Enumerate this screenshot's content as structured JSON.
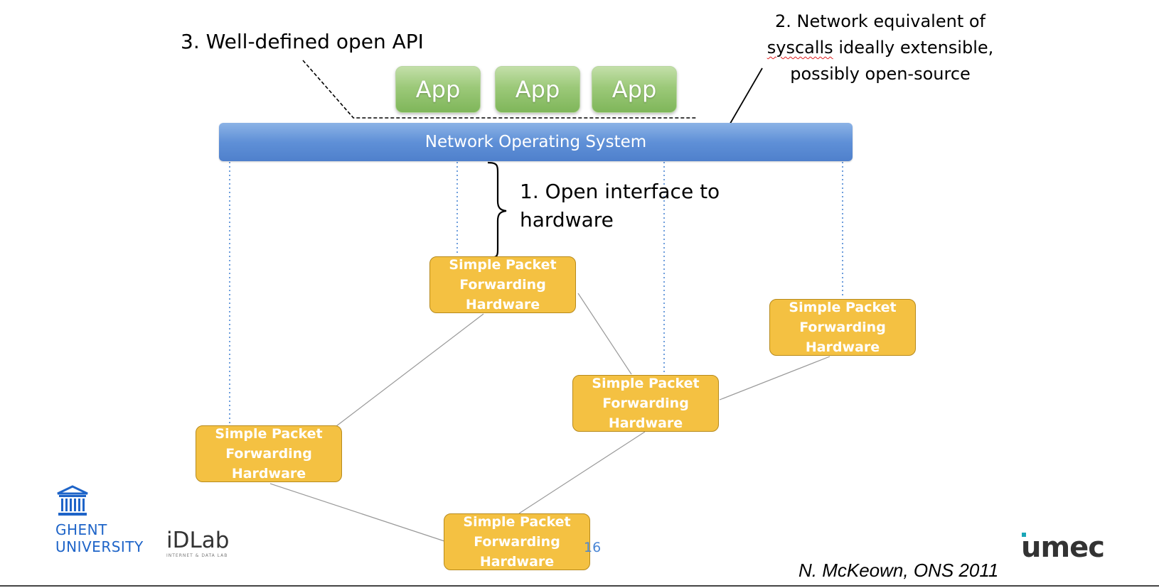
{
  "annotations": {
    "api": "3. Well-defined open API",
    "syscalls_word": "syscalls",
    "syscalls_line1": "2. Network equivalent of",
    "syscalls_line2_rest": " ideally extensible,",
    "syscalls_line3": "possibly open-source",
    "interface_line1": "1. Open interface to",
    "interface_line2": "hardware"
  },
  "apps": [
    "App",
    "App",
    "App"
  ],
  "nos_label": "Network Operating  System",
  "hardware_nodes": [
    "Simple Packet Forwarding Hardware",
    "Simple Packet Forwarding Hardware",
    "Simple Packet Forwarding Hardware",
    "Simple Packet Forwarding Hardware",
    "Simple Packet Forwarding Hardware"
  ],
  "page_number": "16",
  "citation": "N. McKeown, ONS 2011",
  "logos": {
    "ugent_line1": "GHENT",
    "ugent_line2": "UNIVERSITY",
    "idlab": "iDLab",
    "idlab_sub": "INTERNET & DATA LAB",
    "imec": "umec"
  },
  "colors": {
    "app_green": "#9cc979",
    "nos_blue": "#5f90d7",
    "hardware_gold": "#f4c142",
    "ugent_blue": "#1e64c8"
  }
}
